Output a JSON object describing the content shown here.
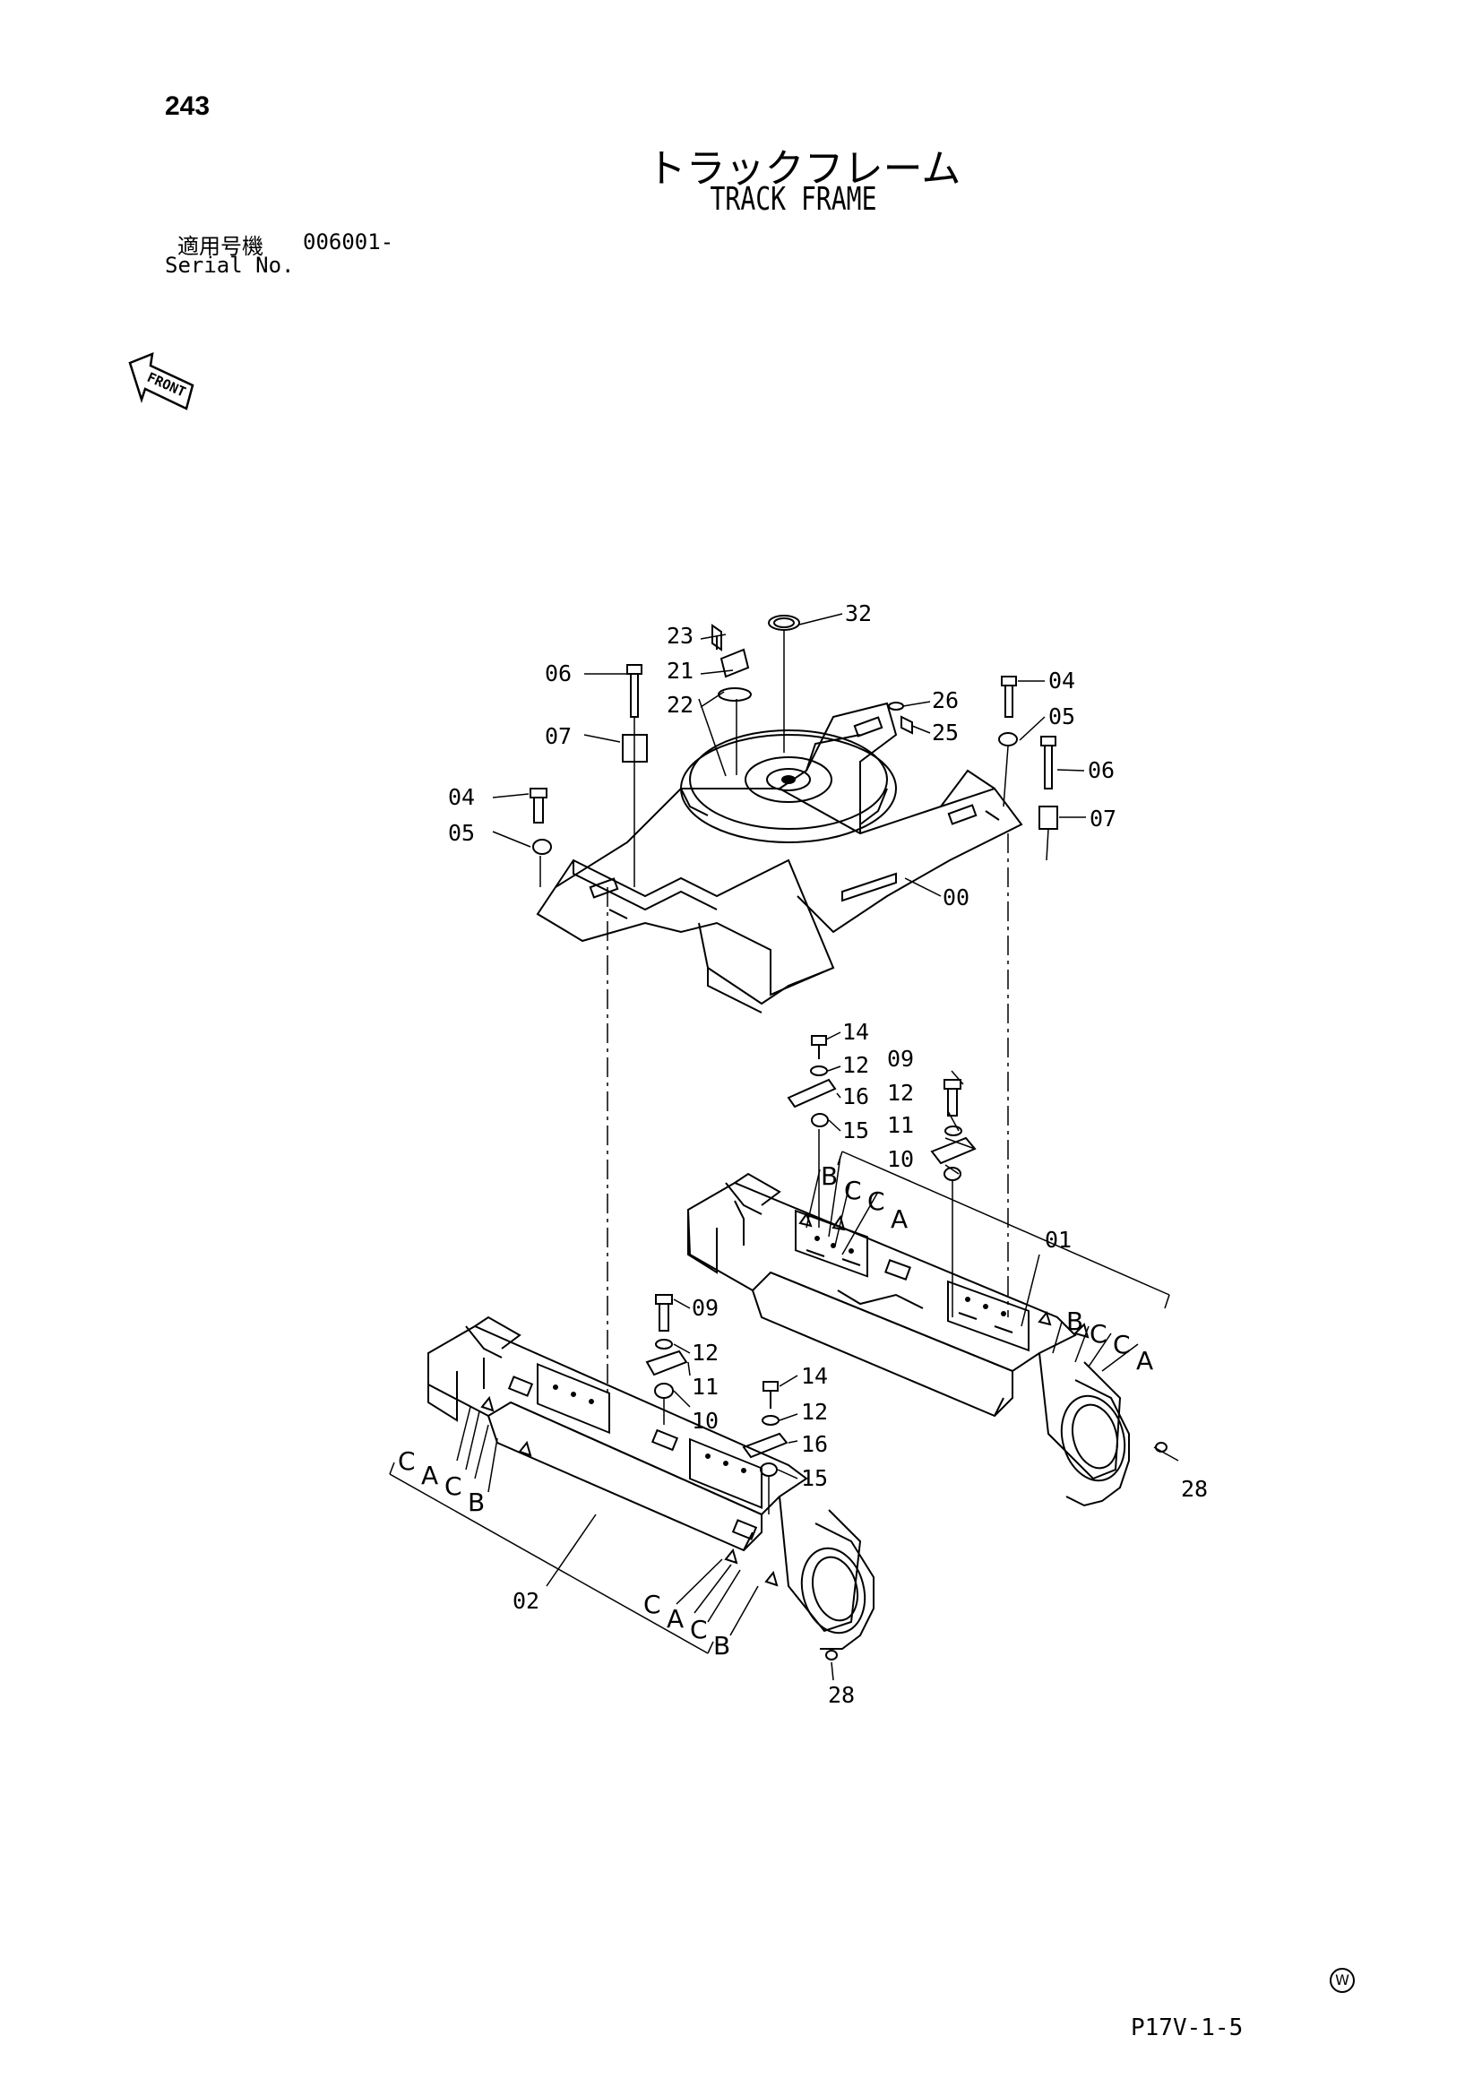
{
  "header": {
    "page_number": "243",
    "title_jp": "トラックフレーム",
    "title_en": "TRACK FRAME",
    "serial_label_jp": "適用号機",
    "serial_value": "006001-",
    "serial_label_en": "Serial No."
  },
  "front_arrow": {
    "label": "FRONT"
  },
  "labels": {
    "p32": "32",
    "p23": "23",
    "p21": "21",
    "p22": "22",
    "p06a": "06",
    "p07a": "07",
    "p04a": "04",
    "p05a": "05",
    "p26": "26",
    "p25": "25",
    "p04b": "04",
    "p05b": "05",
    "p06b": "06",
    "p07b": "07",
    "p00": "00",
    "p14a": "14",
    "p12a": "12",
    "p16a": "16",
    "p15a": "15",
    "p09a": "09",
    "p12b": "12",
    "p11a": "11",
    "p10a": "10",
    "p01": "01",
    "p28a": "28",
    "p09b": "09",
    "p12c": "12",
    "p11b": "11",
    "p10b": "10",
    "p14b": "14",
    "p12d": "12",
    "p16b": "16",
    "p15b": "15",
    "p02": "02",
    "p28b": "28",
    "rB1": "B",
    "rC1": "C",
    "rC2": "C",
    "rA1": "A",
    "rB2": "B",
    "rC3": "C",
    "rC4": "C",
    "rA2": "A",
    "lC1": "C",
    "lA1": "A",
    "lC2": "C",
    "lB1": "B",
    "lC3": "C",
    "lA2": "A",
    "lC4": "C",
    "lB2": "B"
  },
  "footer": {
    "sheet_code": "P17V-1-5",
    "mark": "W"
  }
}
